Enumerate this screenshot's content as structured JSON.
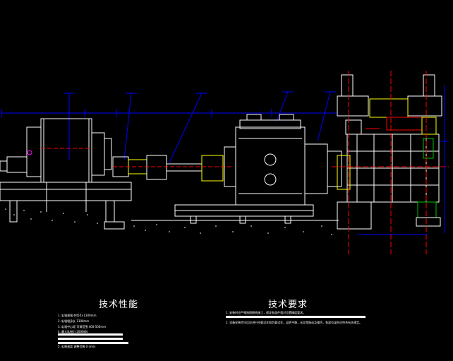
{
  "drawing": {
    "colors": {
      "background": "#000000",
      "outline": "#ffffff",
      "dimension": "#0000ff",
      "centerline": "#ff0000",
      "highlight": "#ffff00",
      "accent": "#00c000",
      "motor_mark": "#ff00ff"
    }
  },
  "specs": {
    "title": "技术性能",
    "lines": [
      "1. 轧辊规格 Φ450×1300mm",
      "2. 轧辊辊身长 1300mm",
      "3. 轧辊中心距 可调范围 400-500mm",
      "4. 最大轧制力 2000kN"
    ],
    "last_line": "5. 轧制速度 调整范围 0-3m/s"
  },
  "requirements": {
    "title": "技术要求",
    "lines": [
      "1. 安装时应严格按照图纸施工，保证各部件相对位置精度要求。",
      "2. 设备安装完毕后应进行空载试车和负载试车，运转平稳，无异常振动及噪声，各部位温升应符合有关规定。"
    ]
  }
}
